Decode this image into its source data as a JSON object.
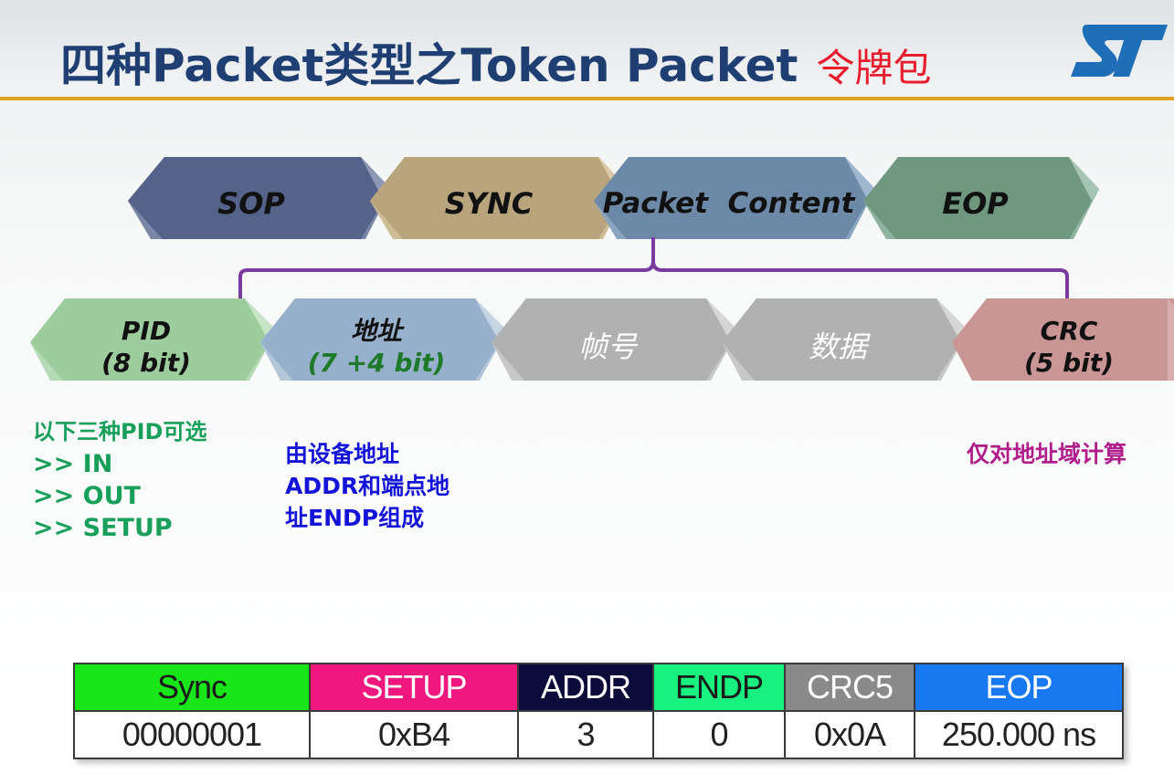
{
  "title": {
    "main": "四种Packet类型之Token Packet",
    "sub": "令牌包",
    "logo": "ST"
  },
  "top_fields": [
    {
      "label": "SOP",
      "color": "#4f5c82"
    },
    {
      "label": "SYNC",
      "color": "#b8a47a"
    },
    {
      "label": "Packet  Content",
      "color": "#6b88a6"
    },
    {
      "label": "EOP",
      "color": "#6e9680"
    }
  ],
  "token_fields": [
    {
      "line1": "PID",
      "line2": "(8 bit)",
      "color": "#9ccc9c"
    },
    {
      "line1": "地址",
      "line2": "(7 +4 bit)",
      "color": "#96b0cc"
    },
    {
      "line1": "帧号",
      "line2": "",
      "color": "#b0b0b0"
    },
    {
      "line1": "数据",
      "line2": "",
      "color": "#b0b0b0"
    },
    {
      "line1": "CRC",
      "line2": "(5 bit)",
      "color": "#c89494"
    }
  ],
  "notes": {
    "pid": [
      "以下三种PID可选",
      ">> IN",
      ">> OUT",
      ">> SETUP"
    ],
    "addr": [
      "由设备地址",
      "ADDR和端点地",
      "址ENDP组成"
    ],
    "crc": [
      "仅对地址域计算"
    ]
  },
  "packet_table": {
    "headers": [
      {
        "label": "Sync",
        "bg": "#19e619",
        "fg": "#1a1a1a"
      },
      {
        "label": "SETUP",
        "bg": "#f0177e",
        "fg": "#ffffff"
      },
      {
        "label": "ADDR",
        "bg": "#0c0c3a",
        "fg": "#ffffff"
      },
      {
        "label": "ENDP",
        "bg": "#18f080",
        "fg": "#1a1a1a"
      },
      {
        "label": "CRC5",
        "bg": "#8a8a8a",
        "fg": "#ffffff"
      },
      {
        "label": "EOP",
        "bg": "#1878f0",
        "fg": "#ffffff"
      }
    ],
    "values": [
      "00000001",
      "0xB4",
      "3",
      "0",
      "0x0A",
      "250.000 ns"
    ]
  }
}
